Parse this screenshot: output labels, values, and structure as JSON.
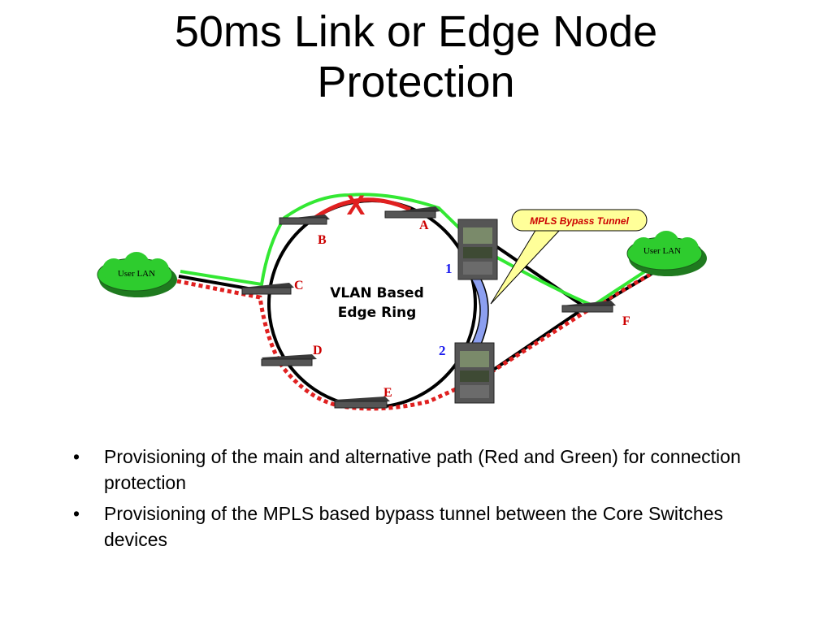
{
  "title": {
    "line1": "50ms Link or Edge Node",
    "line2": "Protection"
  },
  "diagram": {
    "failure_mark": "X",
    "ring_label": {
      "line1": "VLAN Based",
      "line2": "Edge Ring"
    },
    "nodes": {
      "A": "A",
      "B": "B",
      "C": "C",
      "D": "D",
      "E": "E",
      "F": "F"
    },
    "core": {
      "one": "1",
      "two": "2"
    },
    "clouds": {
      "left": "User LAN",
      "right": "User LAN"
    },
    "callout": "MPLS Bypass Tunnel",
    "colors": {
      "red_path": "#e02020",
      "green_path": "#33e833",
      "tunnel": "#8c9ff0",
      "cloud": "#2ecc2e",
      "callout_fill": "#ffff99",
      "callout_text": "#cc0000",
      "node_labels": "#cc0000",
      "core_labels": "#1a1aee"
    }
  },
  "bullets": [
    "Provisioning of the main and alternative path (Red and Green) for connection protection",
    "Provisioning of the MPLS based bypass tunnel between the Core Switches devices"
  ]
}
